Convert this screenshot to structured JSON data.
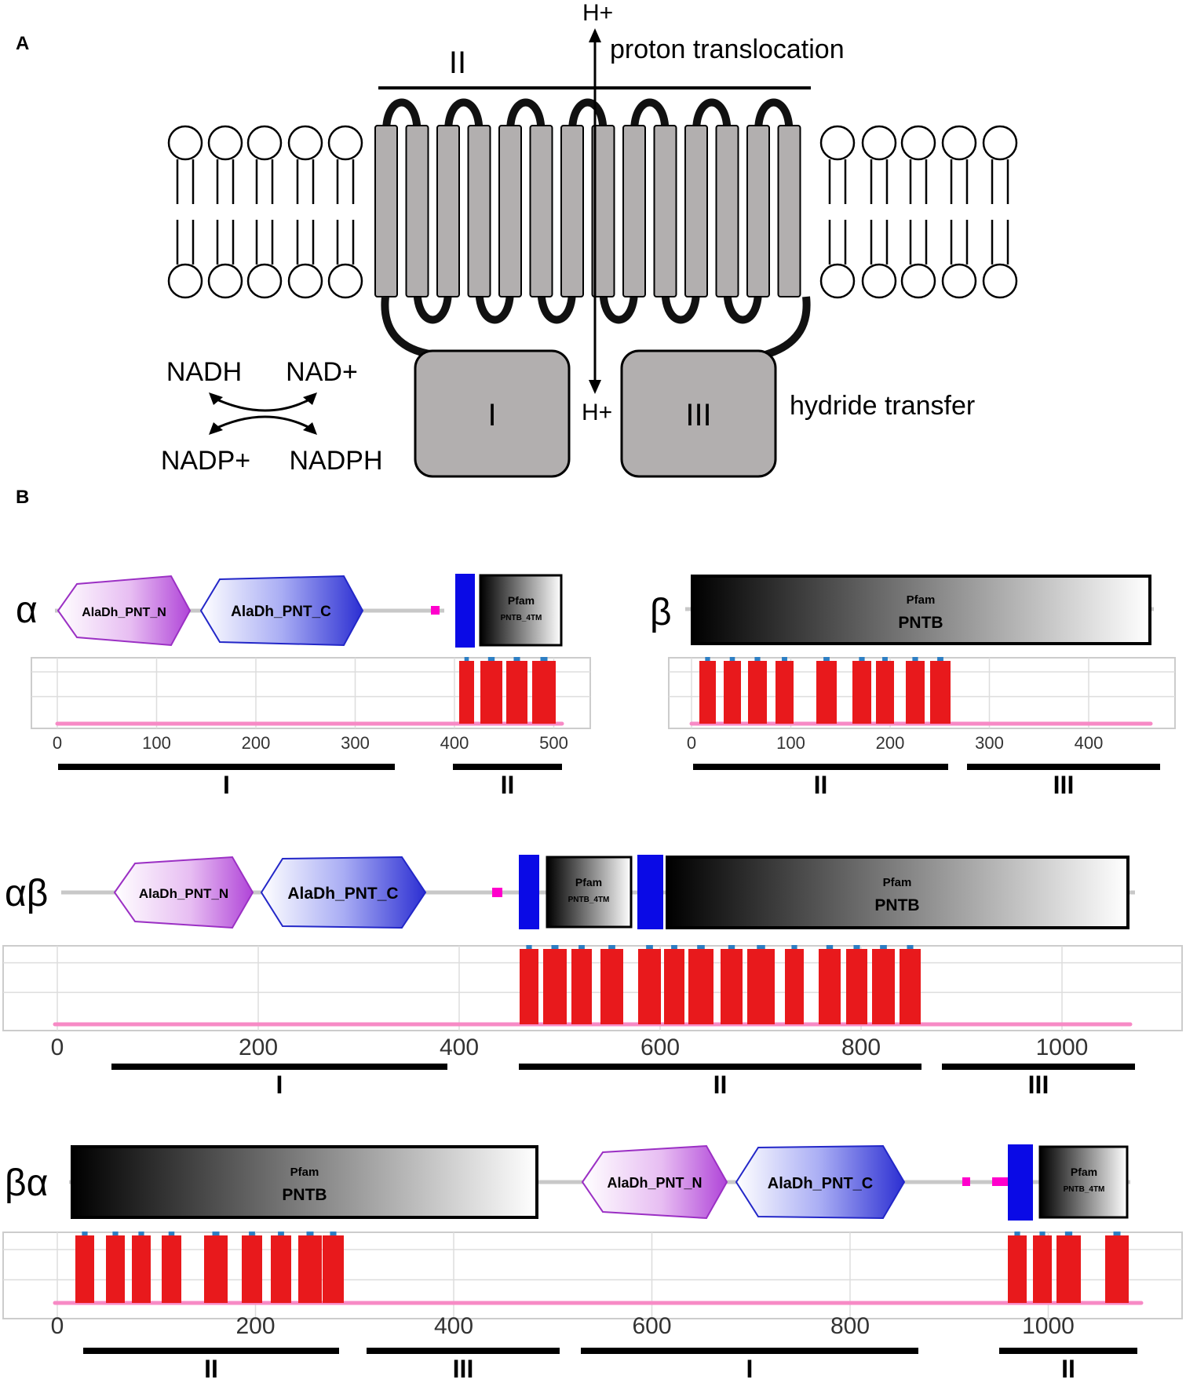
{
  "panel_a": {
    "label": "A",
    "h_plus_top": "H+",
    "proton_label": "proton translocation",
    "domain_ii": "II",
    "domain_i": "I",
    "domain_iii": "III",
    "h_plus_bottom": "H+",
    "hydride_label": "hydride transfer",
    "nadh": "NADH",
    "nad_plus": "NAD+",
    "nadp_plus": "NADP+",
    "nadph": "NADPH",
    "colors": {
      "box": "#b2afaf",
      "loop": "#111111"
    }
  },
  "panel_b": {
    "label": "B",
    "colors": {
      "tm": "#e8191c",
      "signal": "#0a0ae6",
      "low": "#f78ac5",
      "tick": "#2d7ec3"
    },
    "tracks": [
      {
        "id": "alpha",
        "name": "α",
        "domains": [
          {
            "kind": "hex",
            "label": "AlaDh_PNT_N",
            "color": "purple"
          },
          {
            "kind": "hex",
            "label": "AlaDh_PNT_C",
            "color": "blue"
          },
          {
            "kind": "pfam",
            "top": "Pfam",
            "label": "PNTB_4TM",
            "small": true
          }
        ],
        "axis_ticks": [
          "0",
          "100",
          "200",
          "300",
          "400",
          "500"
        ],
        "regions": [
          "I",
          "II"
        ]
      },
      {
        "id": "beta",
        "name": "β",
        "domains": [
          {
            "kind": "pfam",
            "top": "Pfam",
            "label": "PNTB",
            "small": false
          }
        ],
        "axis_ticks": [
          "0",
          "100",
          "200",
          "300",
          "400"
        ],
        "regions": [
          "II",
          "III"
        ]
      },
      {
        "id": "alphabeta",
        "name": "αβ",
        "domains": [
          {
            "kind": "hex",
            "label": "AlaDh_PNT_N",
            "color": "purple"
          },
          {
            "kind": "hex",
            "label": "AlaDh_PNT_C",
            "color": "blue"
          },
          {
            "kind": "pfam",
            "top": "Pfam",
            "label": "PNTB_4TM",
            "small": true
          },
          {
            "kind": "pfam",
            "top": "Pfam",
            "label": "PNTB",
            "small": false
          }
        ],
        "axis_ticks": [
          "0",
          "200",
          "400",
          "600",
          "800",
          "1000"
        ],
        "regions": [
          "I",
          "II",
          "III"
        ]
      },
      {
        "id": "betaalpha",
        "name": "βα",
        "domains": [
          {
            "kind": "pfam",
            "top": "Pfam",
            "label": "PNTB",
            "small": false
          },
          {
            "kind": "hex",
            "label": "AlaDh_PNT_N",
            "color": "purple"
          },
          {
            "kind": "hex",
            "label": "AlaDh_PNT_C",
            "color": "blue"
          },
          {
            "kind": "pfam",
            "top": "Pfam",
            "label": "PNTB_4TM",
            "small": true
          }
        ],
        "axis_ticks": [
          "0",
          "200",
          "400",
          "600",
          "800",
          "1000"
        ],
        "regions": [
          "II",
          "III",
          "I",
          "II"
        ]
      }
    ]
  }
}
